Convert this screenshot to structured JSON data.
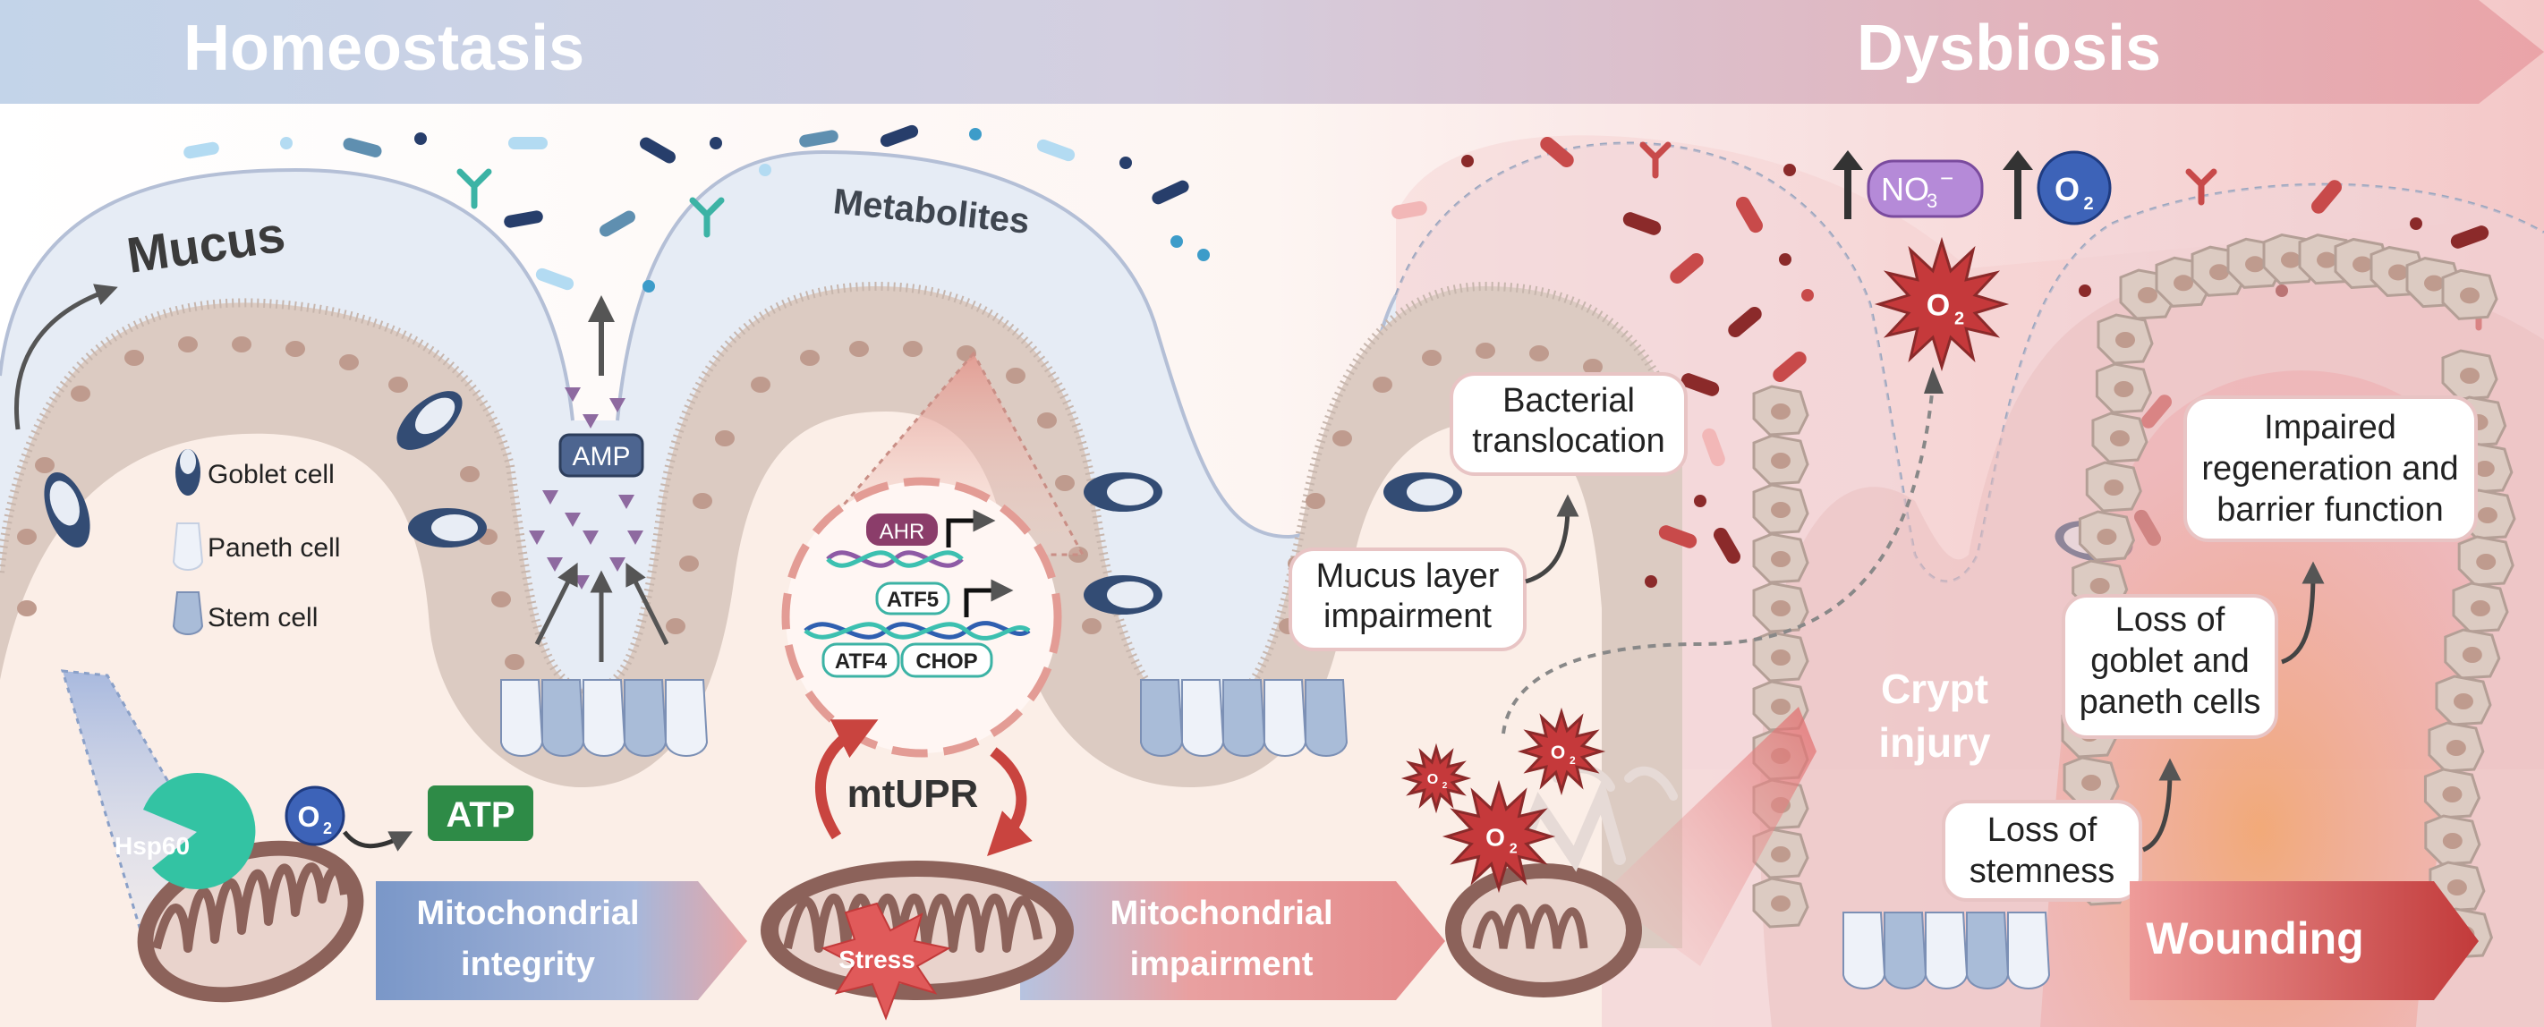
{
  "header": {
    "left_title": "Homeostasis",
    "right_title": "Dysbiosis"
  },
  "labels": {
    "mucus": "Mucus",
    "metabolites": "Metabolites",
    "amp": "AMP",
    "crypt_injury_1": "Crypt",
    "crypt_injury_2": "injury"
  },
  "legend": {
    "goblet": "Goblet cell",
    "paneth": "Paneth cell",
    "stem": "Stem cell"
  },
  "mito": {
    "hsp60": "Hsp60",
    "o2": "O",
    "o2_sub": "2",
    "atp": "ATP",
    "integrity_1": "Mitochondrial",
    "integrity_2": "integrity",
    "mtupr": "mtUPR",
    "stress": "Stress",
    "impairment_1": "Mitochondrial",
    "impairment_2": "impairment"
  },
  "genes": {
    "ahr": "AHR",
    "atf5": "ATF5",
    "atf4": "ATF4",
    "chop": "CHOP"
  },
  "dysbiosis": {
    "no3": "NO",
    "no3_sub": "3",
    "no3_sup": "−",
    "o2": "O",
    "o2_sub": "2",
    "bacterial_1": "Bacterial",
    "bacterial_2": "translocation",
    "mucus_1": "Mucus layer",
    "mucus_2": "impairment",
    "impaired_1": "Impaired",
    "impaired_2": "regeneration and",
    "impaired_3": "barrier function",
    "loss_goblet_1": "Loss of",
    "loss_goblet_2": "goblet and",
    "loss_goblet_3": "paneth cells",
    "loss_stem_1": "Loss of",
    "loss_stem_2": "stemness",
    "wounding": "Wounding"
  },
  "colors": {
    "header_left": "#c3d4e9",
    "header_right": "#e9a7ab",
    "mucus_fill": "#e6ecf5",
    "epithelium": "#dccbc2",
    "nucleus": "#bf9b8e",
    "goblet": "#334c74",
    "stem": "#a9bcd8",
    "mito_body": "#8c625a",
    "mito_inner": "#e9d3cc",
    "atp_green": "#2e8b47",
    "hsp_teal": "#33c3a3",
    "dys_red": "#c5393b",
    "dark_red": "#8b2a2a",
    "no3_purple": "#b58ad8",
    "o2_blue": "#3d63b8"
  }
}
